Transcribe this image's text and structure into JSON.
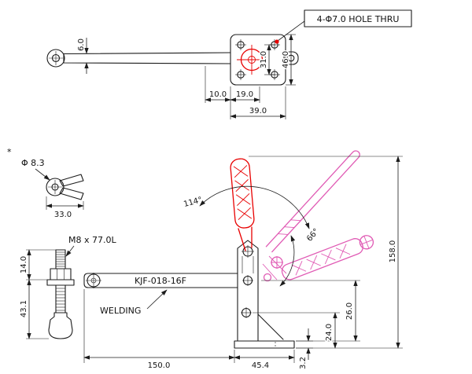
{
  "drawing": {
    "labels": {
      "hole_note": "4-Φ7.0 HOLE THRU",
      "asterisk": "*",
      "diameter": "Φ 8.3",
      "spindle": "M8 x 77.0L",
      "model": "KJF-018-16F",
      "welding": "WELDING"
    },
    "dims": {
      "arm_width": "6.0",
      "hole_pitch": "31.0",
      "plate_height": "46.0",
      "edge_offset": "10.0",
      "hole_inset": "19.0",
      "plate_width": "39.0",
      "clevis_width": "33.0",
      "stud_upper": "14.0",
      "stud_lower": "43.1",
      "handle_angle": "114°",
      "open_angle": "66°",
      "overall_height": "158.0",
      "bar_height": "26.0",
      "pivot_height": "24.0",
      "base_thickness": "3.2",
      "base_length": "45.4",
      "reach": "150.0"
    },
    "colors": {
      "line": "#1c1c1c",
      "red": "#e80000",
      "phantom": "#e05ab4",
      "accent_dot": "#e80000"
    }
  }
}
